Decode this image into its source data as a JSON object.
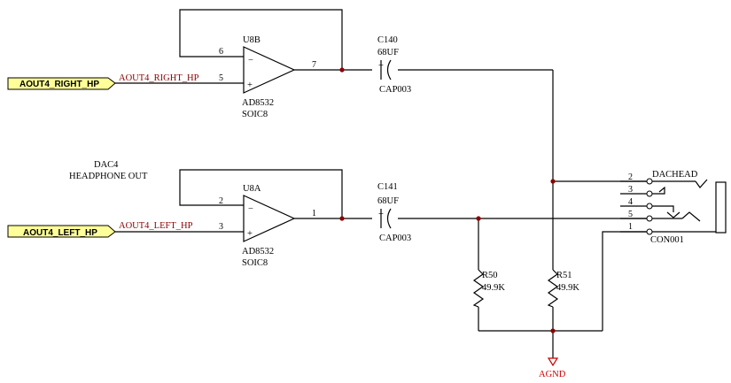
{
  "ports": {
    "right": "AOUT4_RIGHT_HP",
    "left": "AOUT4_LEFT_HP"
  },
  "nets": {
    "right": "AOUT4_RIGHT_HP",
    "left": "AOUT4_LEFT_HP"
  },
  "dac_label": {
    "line1": "DAC4",
    "line2": "HEADPHONE OUT"
  },
  "u8b": {
    "ref": "U8B",
    "part": "AD8532",
    "package": "SOIC8",
    "pin_inv": "6",
    "pin_noninv": "5",
    "pin_out": "7",
    "minus": "−",
    "plus": "+"
  },
  "u8a": {
    "ref": "U8A",
    "part": "AD8532",
    "package": "SOIC8",
    "pin_inv": "2",
    "pin_noninv": "3",
    "pin_out": "1",
    "minus": "−",
    "plus": "+"
  },
  "c140": {
    "ref": "C140",
    "value": "68UF",
    "footprint": "CAP003",
    "plus": "+"
  },
  "c141": {
    "ref": "C141",
    "value": "68UF",
    "footprint": "CAP003",
    "plus": "+"
  },
  "r50": {
    "ref": "R50",
    "value": "49.9K"
  },
  "r51": {
    "ref": "R51",
    "value": "49.9K"
  },
  "connector": {
    "name": "DACHEAD",
    "footprint": "CON001",
    "pins": [
      "2",
      "3",
      "4",
      "5",
      "1"
    ]
  },
  "ground": {
    "label": "AGND"
  },
  "colors": {
    "port_fill": "#ffff99",
    "net_label": "#8b0000",
    "junction": "#8b0000",
    "ground": "#cc0000",
    "wire": "#000000"
  }
}
